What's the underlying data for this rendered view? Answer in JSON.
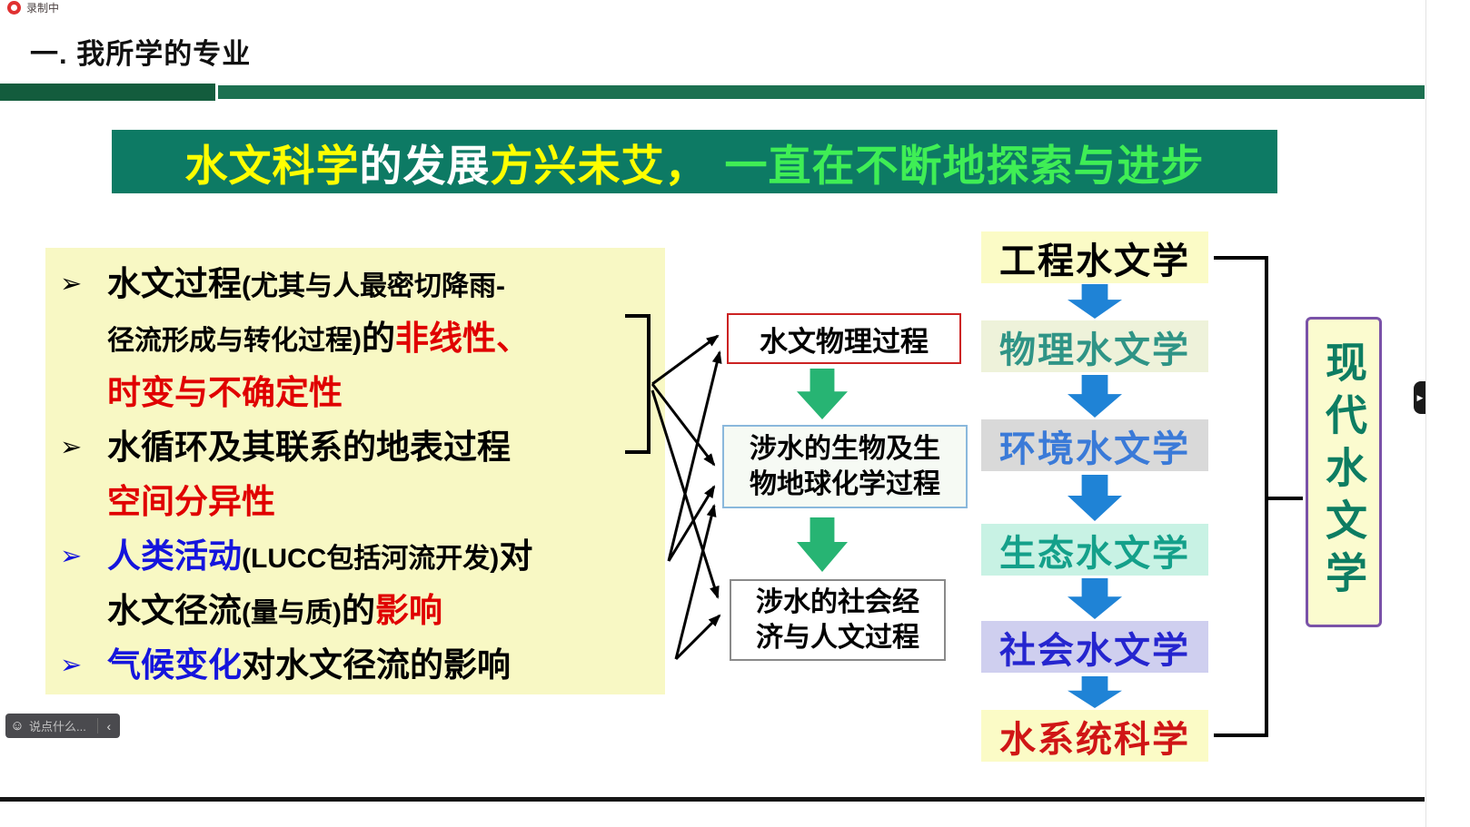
{
  "window": {
    "recording_label": "录制中",
    "chat": {
      "emoji_glyph": "☺",
      "placeholder": "说点什么...",
      "collapse_chevron": "‹"
    },
    "side_tab_chevron": "▶"
  },
  "slide": {
    "section_title": "一. 我所学的专业",
    "banner": {
      "seg_hydro_science": "水文科学",
      "seg_development": "的发展",
      "seg_ascendant": "方兴未艾，",
      "seg_progress": "一直在不断地探索与进步"
    },
    "left_panel": {
      "marker1": "➢",
      "marker2": "➢",
      "marker3": "➢",
      "marker4": "➢",
      "l1a": "水文过程",
      "l1b": "(尤其与人最密切降雨-",
      "l2a": "径流形成与转化过程)",
      "l2b": "的",
      "l2c": "非线性",
      "l2d": "、",
      "l3a": "时变与不确定性",
      "l4a": "水循环及其联系的地表过程",
      "l5a": "空间分异性",
      "l6a": "人类活动",
      "l6b": "(LUCC包括河流开发)",
      "l6c": "对",
      "l7a": "水文径流",
      "l7b": "(量与质)",
      "l7c": "的",
      "l7d": "影响",
      "l8a": "气候变化",
      "l8b": "对水文径流的影响"
    },
    "middle_flow": {
      "box1": "水文物理过程",
      "box2_line1": "涉水的生物及生",
      "box2_line2": "物地球化学过程",
      "box3_line1": "涉水的社会经",
      "box3_line2": "济与人文过程"
    },
    "right_flow": {
      "items": [
        {
          "label": "工程水文学",
          "text_color": "#000000",
          "bg_color": "#fbfbc6"
        },
        {
          "label": "物理水文学",
          "text_color": "#2f9486",
          "bg_color": "#eef2da"
        },
        {
          "label": "环境水文学",
          "text_color": "#3a7ad8",
          "bg_color": "#d9d9d9"
        },
        {
          "label": "生态水文学",
          "text_color": "#14a08a",
          "bg_color": "#c8f2e4"
        },
        {
          "label": "社会水文学",
          "text_color": "#2525cf",
          "bg_color": "#cfcfef"
        },
        {
          "label": "水系统科学",
          "text_color": "#d01616",
          "bg_color": "#fbfbc6"
        }
      ],
      "side_label": "现代水文学"
    },
    "accent_colors": {
      "banner_bg": "#0d7a64",
      "banner_yellow": "#ffff00",
      "banner_green": "#3fee55",
      "panel_bg": "#f8f8c4",
      "emphasis_red": "#e00000",
      "emphasis_blue": "#1515dd",
      "flow_green_arrow": "#27b473",
      "flow_blue_arrow": "#1f83d6",
      "modern_border_purple": "#7a52a8",
      "modern_text_teal": "#0d7d62"
    }
  }
}
